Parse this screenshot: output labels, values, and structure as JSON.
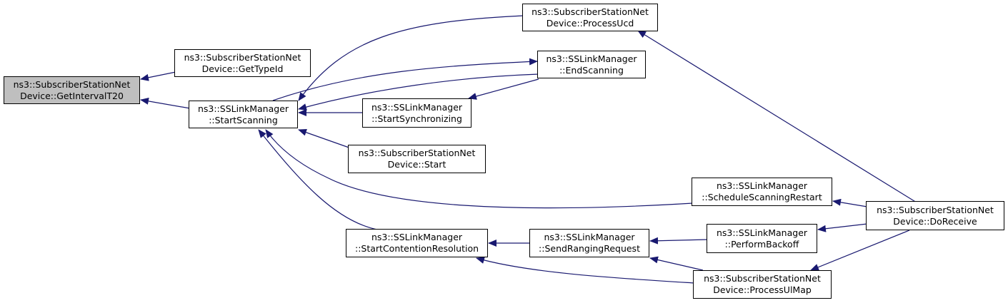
{
  "colors": {
    "edge": "#191970",
    "root_fill": "#bfbfbf",
    "node_fill": "#ffffff",
    "border": "#000000"
  },
  "nodes": {
    "getintervalt20": [
      "ns3::SubscriberStationNet",
      "Device::GetIntervalT20"
    ],
    "gettypeid": [
      "ns3::SubscriberStationNet",
      "Device::GetTypeId"
    ],
    "startscanning": [
      "ns3::SSLinkManager",
      "::StartScanning"
    ],
    "processucd": [
      "ns3::SubscriberStationNet",
      "Device::ProcessUcd"
    ],
    "endscanning": [
      "ns3::SSLinkManager",
      "::EndScanning"
    ],
    "startsynchronizing": [
      "ns3::SSLinkManager",
      "::StartSynchronizing"
    ],
    "start": [
      "ns3::SubscriberStationNet",
      "Device::Start"
    ],
    "schedulescanningrestart": [
      "ns3::SSLinkManager",
      "::ScheduleScanningRestart"
    ],
    "startcontentionresolution": [
      "ns3::SSLinkManager",
      "::StartContentionResolution"
    ],
    "sendrangingrequest": [
      "ns3::SSLinkManager",
      "::SendRangingRequest"
    ],
    "performbackoff": [
      "ns3::SSLinkManager",
      "::PerformBackoff"
    ],
    "processulmap": [
      "ns3::SubscriberStationNet",
      "Device::ProcessUlMap"
    ],
    "doreceive": [
      "ns3::SubscriberStationNet",
      "Device::DoReceive"
    ]
  },
  "edges": [
    [
      "gettypeid",
      "getintervalt20"
    ],
    [
      "startscanning",
      "getintervalt20"
    ],
    [
      "processucd",
      "startscanning"
    ],
    [
      "endscanning",
      "startscanning"
    ],
    [
      "startsynchronizing",
      "startscanning"
    ],
    [
      "start",
      "startscanning"
    ],
    [
      "schedulescanningrestart",
      "startscanning"
    ],
    [
      "startcontentionresolution",
      "startscanning"
    ],
    [
      "startscanning",
      "endscanning"
    ],
    [
      "endscanning",
      "startsynchronizing"
    ],
    [
      "doreceive",
      "processucd"
    ],
    [
      "doreceive",
      "schedulescanningrestart"
    ],
    [
      "sendrangingrequest",
      "startcontentionresolution"
    ],
    [
      "processulmap",
      "startcontentionresolution"
    ],
    [
      "performbackoff",
      "sendrangingrequest"
    ],
    [
      "processulmap",
      "sendrangingrequest"
    ],
    [
      "doreceive",
      "performbackoff"
    ],
    [
      "doreceive",
      "processulmap"
    ]
  ]
}
